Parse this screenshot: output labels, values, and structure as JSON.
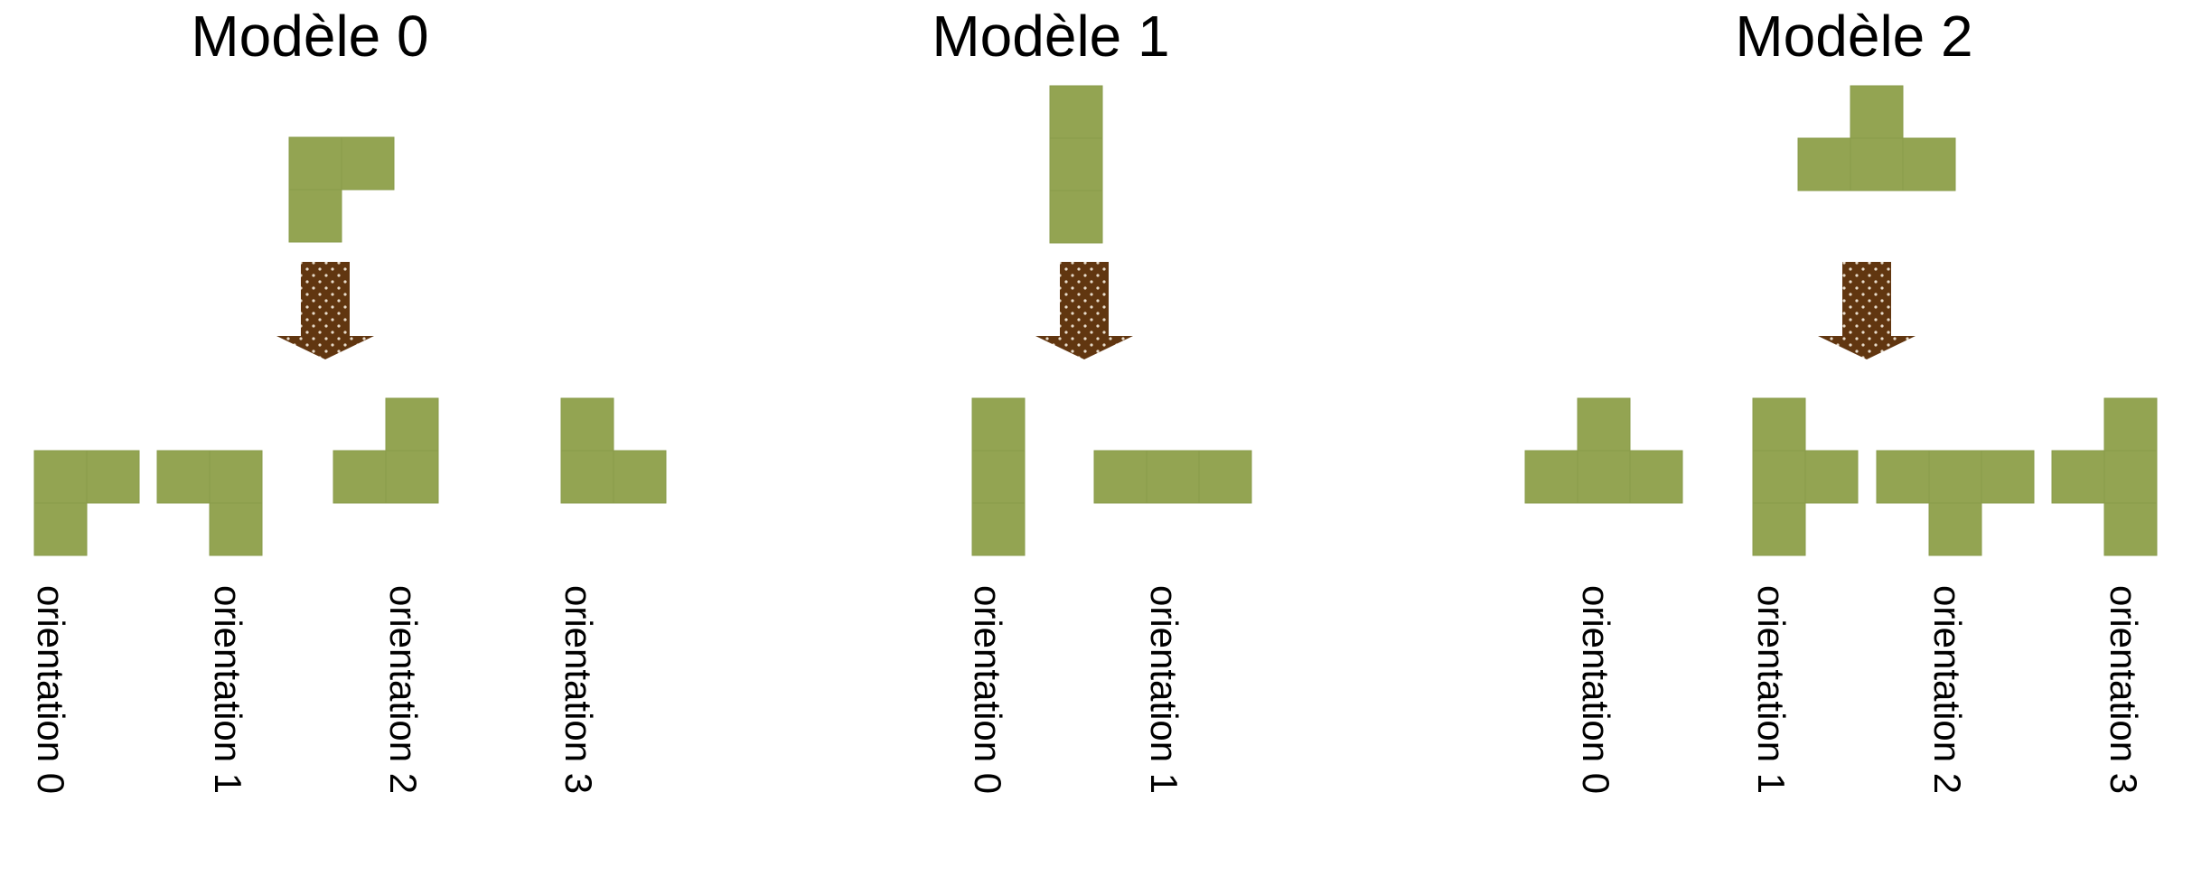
{
  "colors": {
    "block": "#93a452",
    "block_edge": "#8a9b4b",
    "arrow": "#613610",
    "arrow_dots": "#e8dccb",
    "background": "#ffffff"
  },
  "models": [
    {
      "title": "Modèle 0",
      "shape": [
        [
          0,
          0
        ],
        [
          1,
          0
        ],
        [
          0,
          1
        ]
      ],
      "orientations": [
        {
          "label": "orientation 0",
          "cells": [
            [
              0,
              0
            ],
            [
              1,
              0
            ],
            [
              0,
              1
            ]
          ]
        },
        {
          "label": "orientation 1",
          "cells": [
            [
              0,
              0
            ],
            [
              1,
              0
            ],
            [
              1,
              1
            ]
          ]
        },
        {
          "label": "orientation 2",
          "cells": [
            [
              1,
              0
            ],
            [
              0,
              1
            ],
            [
              1,
              1
            ]
          ]
        },
        {
          "label": "orientation 3",
          "cells": [
            [
              0,
              0
            ],
            [
              0,
              1
            ],
            [
              1,
              1
            ]
          ]
        }
      ]
    },
    {
      "title": "Modèle 1",
      "shape": [
        [
          0,
          0
        ],
        [
          0,
          1
        ],
        [
          0,
          2
        ]
      ],
      "orientations": [
        {
          "label": "orientation 0",
          "cells": [
            [
              0,
              0
            ],
            [
              0,
              1
            ],
            [
              0,
              2
            ]
          ]
        },
        {
          "label": "orientation 1",
          "cells": [
            [
              0,
              0
            ],
            [
              1,
              0
            ],
            [
              2,
              0
            ]
          ]
        }
      ]
    },
    {
      "title": "Modèle 2",
      "shape": [
        [
          1,
          0
        ],
        [
          0,
          1
        ],
        [
          1,
          1
        ],
        [
          2,
          1
        ]
      ],
      "orientations": [
        {
          "label": "orientation 0",
          "cells": [
            [
              1,
              0
            ],
            [
              0,
              1
            ],
            [
              1,
              1
            ],
            [
              2,
              1
            ]
          ]
        },
        {
          "label": "orientation 1",
          "cells": [
            [
              0,
              0
            ],
            [
              0,
              1
            ],
            [
              1,
              1
            ],
            [
              0,
              2
            ]
          ]
        },
        {
          "label": "orientation 2",
          "cells": [
            [
              0,
              0
            ],
            [
              1,
              0
            ],
            [
              2,
              0
            ],
            [
              1,
              1
            ]
          ]
        },
        {
          "label": "orientation 3",
          "cells": [
            [
              1,
              0
            ],
            [
              0,
              1
            ],
            [
              1,
              1
            ],
            [
              1,
              2
            ]
          ]
        }
      ]
    }
  ]
}
